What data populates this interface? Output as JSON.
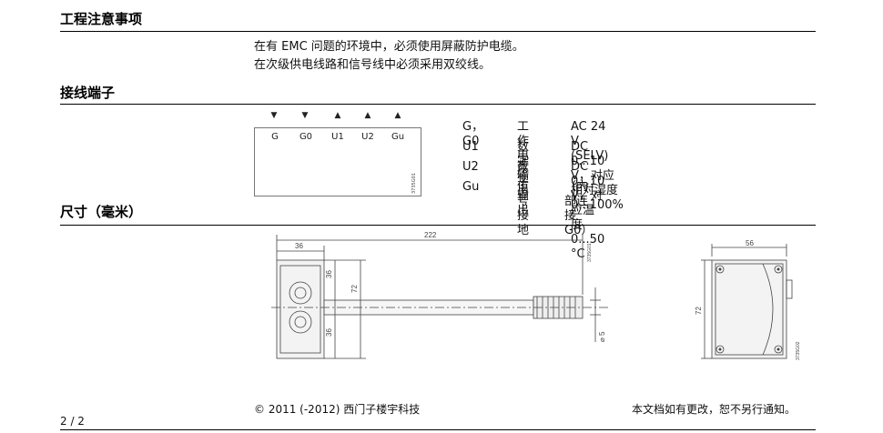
{
  "sections": {
    "notes_title": "工程注意事项",
    "wiring_title": "接线端子",
    "dimensions_title": "尺寸（毫米）"
  },
  "notes": [
    "在有 EMC 问题的环境中，必须使用屏蔽防护电缆。",
    "在次级供电线路和信号线中必须采用双绞线。"
  ],
  "terminals": {
    "labels": [
      "G",
      "G0",
      "U1",
      "U2",
      "Gu"
    ],
    "arrows": [
      "▼",
      "▼",
      "▲",
      "▲",
      "▲"
    ],
    "figure_code": "3735G01"
  },
  "specs": [
    {
      "terms": "G，G0",
      "name": "工作电压",
      "value": "AC 24 V (SELV)"
    },
    {
      "terms": "U1",
      "name": "数字输出",
      "value": "DC 0...10 V，对应相对湿度 0...100%"
    },
    {
      "terms": "U2",
      "name": "数字输出",
      "value": "DC 0...10 V，对应温度 0...50 °C"
    },
    {
      "terms": "Gu",
      "name": "信号接地",
      "value": "（内部连接 G0）"
    }
  ],
  "dimensions": {
    "total_length": "222",
    "housing_width": "36",
    "half_height_top": "36",
    "half_height_bottom": "36",
    "height": "72",
    "diameter": "⌀ 5",
    "side_width": "56",
    "side_height": "72",
    "front_code": "3735G01",
    "side_code": "3735G02"
  },
  "footer": {
    "page": "2 / 2",
    "copyright": "© 2011 (-2012) 西门子楼宇科技",
    "notice": "本文档如有更改，恕不另行通知。"
  }
}
